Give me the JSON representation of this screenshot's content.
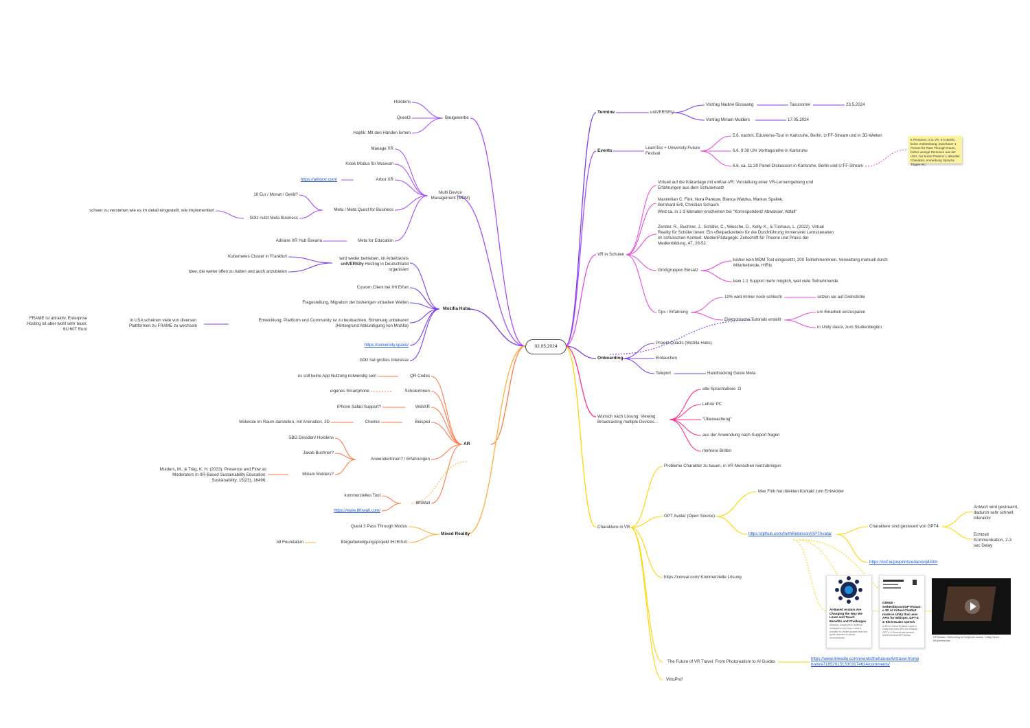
{
  "center": "02.05.2024",
  "colors": {
    "purple": "#a64dff",
    "violet": "#7a3df0",
    "magenta": "#e64ddc",
    "pink": "#ff2d8a",
    "orange": "#ff7a45",
    "amber": "#ffb03a",
    "yellow": "#ffd400",
    "link": "#1a55d6",
    "sticky": "#fbf3a0"
  },
  "left": {
    "baugewerbe": {
      "label": "Baugewerbe",
      "items": [
        "Hololens",
        "Quest3",
        "Haptik: Mit den Händen lernen"
      ]
    },
    "mdm": {
      "label": "Multi Device Management (MDM)",
      "manage_xr": "Manage XR",
      "kiosk": "Kiosk Modus für Museum",
      "arbor_url": "https://arborxr.com/",
      "arbor": "Arbor XR",
      "meta_business": "Meta / Meta Quest for Business",
      "price": "10 Eur / Monat / Gerät?",
      "goetz_meta": "Götz nutzt Meta Business",
      "hard": "schwer zu verstehen wie es im detail eingestellt, wie implementiert",
      "meta_edu": "Meta for Education",
      "adriane": "Adriane XR Hub Bavaria"
    },
    "mozilla": {
      "label": "Mozilla Hubs",
      "university": "wird weiter betrieben, im Arbeitskreis",
      "university_bold": "unIVERSity",
      "university_rest": "Hosting in Deutschland organisiert",
      "kubernetes": "Kubernetes Cluster in Frankfurt",
      "idee": "Idee, die weiter offen zu halten und auch anzubieten",
      "custom": "Custom Client bei IHI Erfurt",
      "frage": "Fragestellung, Migration der bisherigen virtuellen Welten",
      "entwicklung": "Entwicklung, Plattform und Community ist zu beobachten, Stimmung unbekannt (Hintergrund Abkündigung von Mozilla)",
      "usa": "In USA scheinen viele von diversen Plattformen zu FRAME zu wechseln",
      "frame": "FRAME ist attraktiv, Enterprise Hosting ist aber wohl sehr teuer, 6U 60T Euro",
      "url": "https://university.space/",
      "interest": "Götz hat großes Interesse"
    },
    "ar": {
      "label": "AR",
      "qr": "QR Codes",
      "no_app": "es soll keine App Nutzung notwendig sein",
      "schuler": "SchülerInnen",
      "smartphone": "eigenes Smartphone",
      "webxr": "WebXR",
      "iphone": "iPhone Safari Support?",
      "beispiel": "Beispiel",
      "chemie": "Chemie",
      "molekule": "Moleküle im Raum darstellen, mit Animation, 3D",
      "anwender": "AnwenderInnen? / Erfahrungen",
      "sbg": "SBG Dresden/ Hololens",
      "jakob": "Jakob Buchner?",
      "miriam": "Miriam Mulders?",
      "mulders_ref": "Mulders, M., & Träg, K. H. (2023). Presence and Flow as Moderators in XR-Based Sustainability Education. Sustainability, 15(23), 16496.",
      "eitwal": "8thWall",
      "kommerz": "kommerzielles Tool",
      "eitwal_url": "https://www.8thwall.com/"
    },
    "mixed": {
      "label": "Mixed Reality",
      "quest": "Quest 3 Pass Through Modus",
      "buerger": "Bürgerbeteiligungsprojekt IHI Erfurt",
      "all": "All Foundation"
    }
  },
  "right": {
    "termine": {
      "label": "Termine",
      "university": "uniVERSEty",
      "nadine": "Vortrag Nadine Bisswang",
      "taxonomie": "Taxonomie",
      "date1": "23.5.2024",
      "miriam": "Vortrag Miriam Mulders",
      "date2": "17.05.2024"
    },
    "events": {
      "label": "Events",
      "learntec": "LearnTec + University:Future Festival",
      "e1": "5.6. nachm. EduVerse-Tour in Karlsruhe, Berlin, U:FF-Stream und in 3D-Welten",
      "e2": "6.6. 9:30 Uhr Vortragsreihe in Karlsruhe",
      "e3": "6.6. ca. 11:30 Panel-Diskussion in Karlsruhe, Berlin und U:FF-Stream",
      "sticky": "6 Personen, 3 in VR, 3 in Berlin, keine Vorbereitung, Zuschauer 1 Person für Pass Through Raum, bisher wenige Personen aus der USA, nur kurze Präsenz 1 aktueller Charakter, Anmerkung Sprache Trigger etc."
    },
    "vr_schulen": {
      "label": "VR in Schulen",
      "virtuell": "Virtuell auf die Kläranlage mit enKlar-VR: Vorstellung einer VR-Lernumgebung und Erfahrungen aus dem Schuleinsatz",
      "authors1": "Maximilian C. Fink, Nora Pankow, Bianca Watzka, Markus Spallek, Bernhard Ertl, Christian Schaum",
      "authors2": "Wird ca. in 1-3 Monaten erscheinen bei \"Korrespondenz Abwasser, Abfall\"",
      "zender": "Zender, R., Buchner, J., Schäfer, C., Wiesche, D., Kelly, K., & Tüshaus, L. (2022). Virtual Reality für Schüler:innen: Ein «Beipackzettel» für die Durchführung immersiver Lernszenarien im schulischen Kontext. MedienPädagogik: Zeitschrift für Theorie und Praxis der Medienbildung, 47, 26-52.",
      "gross": "Großgruppen Einsatz",
      "bisher": "bisher kein MDM Tool eingesetzt, 200 Teilnehmerinnen, Verwaltung manuell durch Mitarbeitende, HIRIs",
      "kein": "kein 1:1 Support mehr möglich, weil viele Teilnehmende",
      "tips": "Tips / Erfahrung",
      "prozent": "10% wird immer noch schlecht",
      "setzen": "setzen sie auf Drehstühle",
      "tutorials": "Elektronische Tutorials erstellt",
      "um": "um Einarbeit einzusparen",
      "unity": "in Unity davor, zum Studienbeginn"
    },
    "onboarding": {
      "label": "Onboarding",
      "quadis": "Projekt Quadis (Mozilla Hubs)",
      "eintauchen": "Eintauchen",
      "teleport": "Teleport",
      "handtracking": "Handtracking Geste Meta"
    },
    "wunsch": {
      "label": "Wunsch nach Lösung: Viewing Broadcasting multiple Devices...",
      "items": [
        "alte Sprachlabore :D",
        "Lehrer PC",
        "\"Überwachung\"",
        "aus der Anwendung nach Support fragen",
        "mehrere Brillen"
      ]
    },
    "charaktere": {
      "label": "Charaktere in VR",
      "probleme": "Probleme Charakter zu bauen, in VR Menschen reinzubringen",
      "gpt": "GPT Avatar (Open Source)",
      "max": "Max Fink hat direkten Kontakt zum Entwickler",
      "gpt_url": "https://github.com/SethRobinson/GPTAvatar",
      "gpt4": "Charaktere sind gesteuert von GPT4",
      "antwort": "Antwort wird gestreamt, dadurch sehr schnell, interaktiv",
      "echtzeit": "Echtzeit Kommunikation, 2-3 sec Delay",
      "osf_url": "https://osf.io/preprints/edarxiv/jd33m",
      "convai_url": "https://convai.com/",
      "convai_text": "Kommerzielle Lösung",
      "future": "The Future of VR Travel: From Photorealism to AI Guides",
      "linkedin_url": "https://www.linkedin.com/events/thefutureofvrtravel-fromphotore7185201313303174624/comments/",
      "virtuprof": "VirtuProf"
    },
    "cards": {
      "card1_title": "AI-Based Avatars Are Changing the Way We Learn and Teach: Benefits and Challenges",
      "card1_text": "Abstract: Advances in artificial intelligence (AI) have made it possible to create avatars that can guide learners in virtual environments...",
      "card2_title": "GitHub - SethRobinson/GPTAvatar: a 3D AI Virtual Chatbot made in Unity that uses APIs for Whisper, GPT-4 & ElevenLabs speech",
      "card2_text": "a 3D AI Virtual Chatbot made in Unity that uses APIs for Whisper, GPT-4 & ElevenLabs speech - SethRobinson/GPTAvatar",
      "video_caption": "GPTAvatar | Seth's entry for Unity's AI contest - Unity Forum - bit.ly/sethavatar"
    }
  }
}
